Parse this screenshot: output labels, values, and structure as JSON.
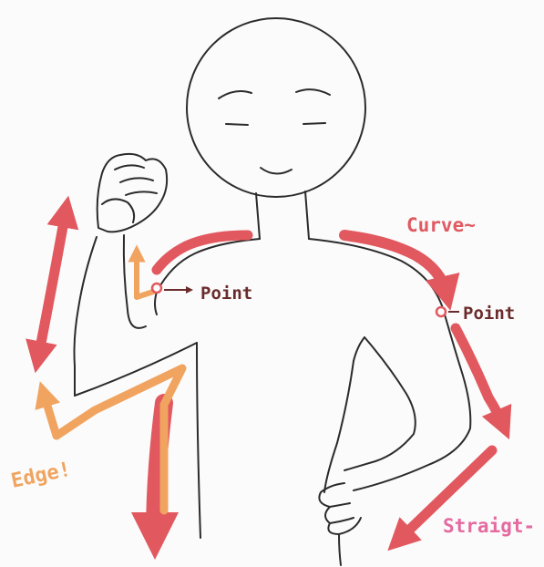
{
  "labels": {
    "point_left": "Point",
    "point_right": "Point",
    "curve": "Curve~",
    "edge": "Edge!",
    "straight": "Straigt-"
  },
  "colors": {
    "line": "#2b2b2b",
    "red_arrow": "#e2585f",
    "orange_arrow": "#f0a460",
    "point_text": "#6b2b2b",
    "curve_text": "#e05a62",
    "edge_text": "#f0a460",
    "straight_text": "#e46aa0",
    "background": "#fbfbfb"
  }
}
